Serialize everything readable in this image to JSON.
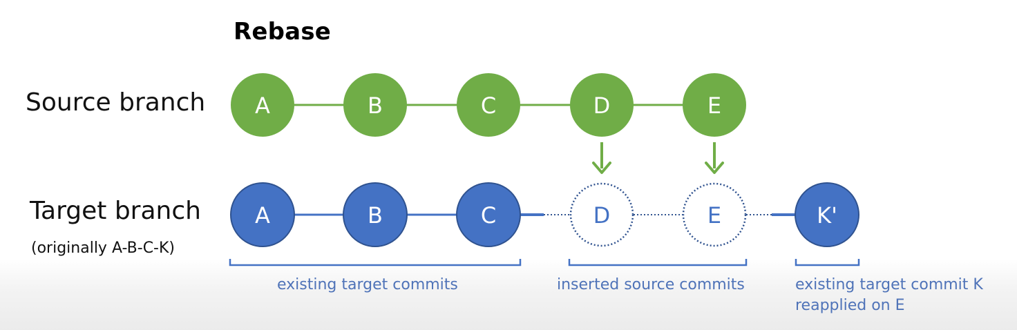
{
  "title": "Rebase",
  "labels": {
    "source_row": "Source branch",
    "target_row": "Target branch",
    "target_note": "(originally A-B-C-K)"
  },
  "source_commits": [
    "A",
    "B",
    "C",
    "D",
    "E"
  ],
  "target_existing_commits": [
    "A",
    "B",
    "C"
  ],
  "target_inserted_commits": [
    "D",
    "E"
  ],
  "target_reapplied_commit": "K'",
  "annotations": {
    "existing": "existing target commits",
    "inserted": "inserted source commits",
    "reapplied_line1": "existing target commit K",
    "reapplied_line2": "reapplied on E"
  },
  "colors": {
    "source_fill": "#70ad47",
    "target_fill": "#4472c4",
    "target_stroke": "#2f528f",
    "dotted": "#2f528f",
    "annotation_text": "#4f73b8",
    "bracket": "#4472c4"
  }
}
